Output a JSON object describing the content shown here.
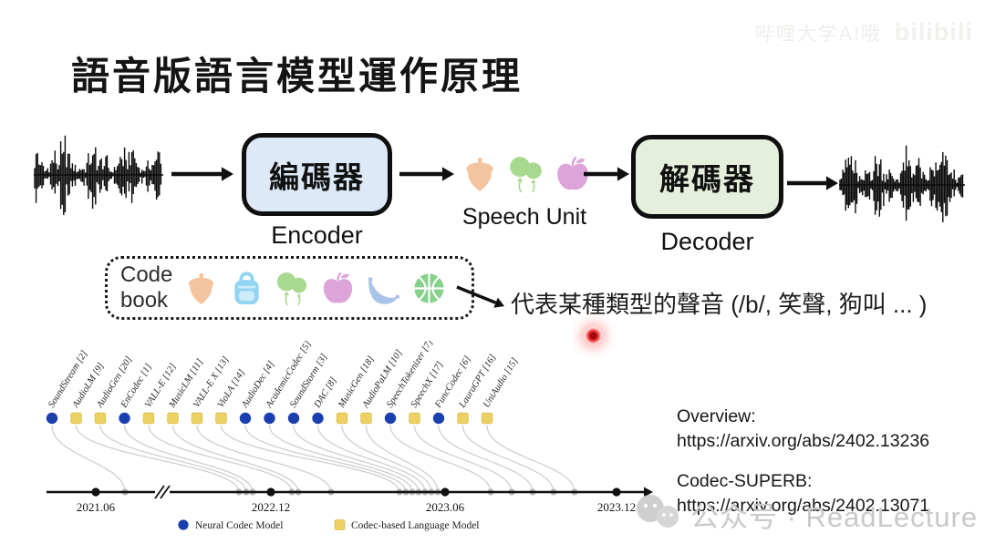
{
  "title": "語音版語言模型運作原理",
  "pipeline": {
    "encoder_zh": "編碼器",
    "encoder_en": "Encoder",
    "decoder_zh": "解碼器",
    "decoder_en": "Decoder",
    "speech_unit_label": "Speech Unit",
    "speech_unit_icons": [
      "acorn",
      "balloons",
      "apple"
    ]
  },
  "codebook": {
    "label_line1": "Code",
    "label_line2": "book",
    "icons": [
      "acorn",
      "backpack",
      "balloons",
      "apple",
      "banana",
      "basketball"
    ],
    "annotation": "代表某種類型的聲音 (/b/, 笑聲, 狗叫 ... )"
  },
  "icon_colors": {
    "acorn": "#f3c49e",
    "backpack": "#92d4f2",
    "balloons": "#a9d98e",
    "apple": "#dca4d8",
    "banana": "#a9c3ea",
    "basketball": "#86d28c"
  },
  "chart_data": {
    "type": "scatter",
    "description": "Timeline of neural codec models and codec-based language models",
    "entries": [
      {
        "label": "SoundStream [2]",
        "category": "neural-codec",
        "attach_x": 119
      },
      {
        "label": "AudioLM [9]",
        "category": "codec-lm",
        "attach_x": 244
      },
      {
        "label": "AudioGen [20]",
        "category": "codec-lm",
        "attach_x": 252
      },
      {
        "label": "EnCodec [1]",
        "category": "neural-codec",
        "attach_x": 259
      },
      {
        "label": "VALL-E [12]",
        "category": "codec-lm",
        "attach_x": 302
      },
      {
        "label": "MusicLM [11]",
        "category": "codec-lm",
        "attach_x": 309
      },
      {
        "label": "VALL-E X [13]",
        "category": "codec-lm",
        "attach_x": 345
      },
      {
        "label": "VioLA [14]",
        "category": "codec-lm",
        "attach_x": 420
      },
      {
        "label": "AudioDec [4]",
        "category": "neural-codec",
        "attach_x": 427
      },
      {
        "label": "AcademicCodec [5]",
        "category": "neural-codec",
        "attach_x": 434
      },
      {
        "label": "SoundStorm [3]",
        "category": "neural-codec",
        "attach_x": 441
      },
      {
        "label": "DAC [8]",
        "category": "neural-codec",
        "attach_x": 448
      },
      {
        "label": "MusicGen [18]",
        "category": "codec-lm",
        "attach_x": 455
      },
      {
        "label": "AudioPaLM [10]",
        "category": "codec-lm",
        "attach_x": 462
      },
      {
        "label": "SpeechTokenizer [7]",
        "category": "neural-codec",
        "attach_x": 520
      },
      {
        "label": "SpeechX [17]",
        "category": "codec-lm",
        "attach_x": 543
      },
      {
        "label": "FuncCodec [6]",
        "category": "neural-codec",
        "attach_x": 566
      },
      {
        "label": "LauraGPT [16]",
        "category": "codec-lm",
        "attach_x": 589
      },
      {
        "label": "UniAudio [15]",
        "category": "codec-lm",
        "attach_x": 612
      }
    ],
    "x_ticks": [
      {
        "label": "2021.06",
        "x": 87
      },
      {
        "label": "2022.12",
        "x": 279
      },
      {
        "label": "2023.06",
        "x": 470
      },
      {
        "label": "2023.12",
        "x": 658
      }
    ],
    "axis_break_x": 159,
    "legend": [
      {
        "label": "Neural Codec Model",
        "marker": "blue-circle"
      },
      {
        "label": "Codec-based Language Model",
        "marker": "yellow-square"
      }
    ],
    "colors": {
      "neural_codec": "#1b3faf",
      "codec_lm": "#ecd264",
      "stem": "#cfcfcf",
      "grey_dot": "#b5b5b5",
      "axis": "#111111"
    }
  },
  "links": {
    "overview_label": "Overview:",
    "overview_url": "https://arxiv.org/abs/2402.13236",
    "superb_label": "Codec-SUPERB:",
    "superb_url": "https://arxiv.org/abs/2402.13071"
  },
  "watermarks": {
    "bilibili_text": "哔哩大学AI哦",
    "bilibili_logo": "bilibili",
    "wechat_text": "公众号 · ReadLecture"
  }
}
